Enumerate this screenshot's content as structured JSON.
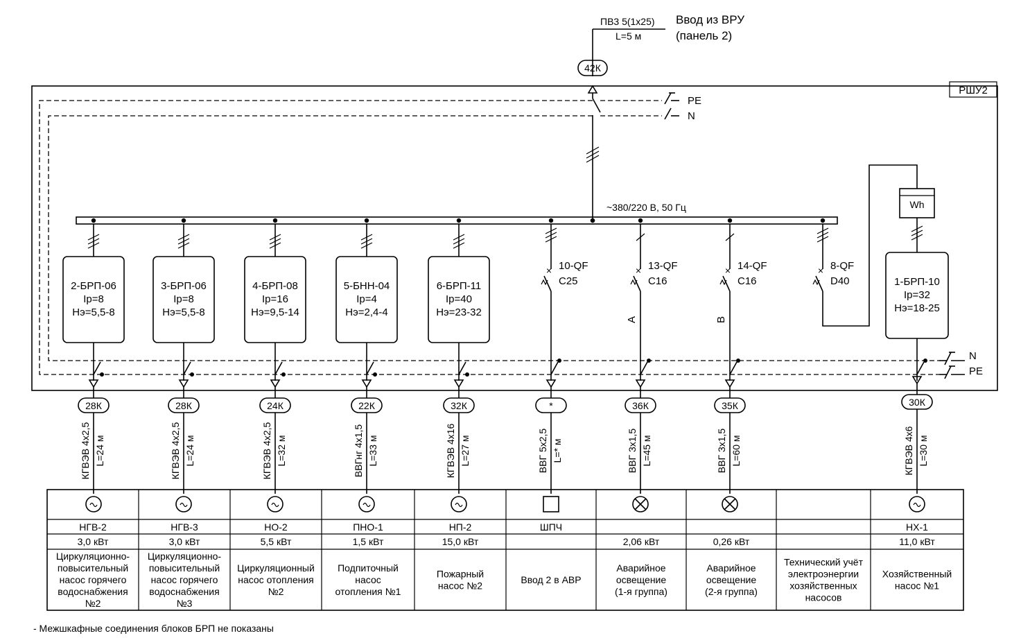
{
  "input": {
    "cable_line1": "ПВ3 5(1x25)",
    "cable_line2": "L=5 м",
    "source_line1": "Ввод из ВРУ",
    "source_line2": "(панель 2)",
    "terminal_label": "42К"
  },
  "panel": {
    "name": "РШУ2",
    "pe_label": "PE",
    "n_label": "N",
    "bus_label": "~380/220 В, 50 Гц",
    "n_label_bottom": "N",
    "pe_label_bottom": "PE",
    "meter_label": "Wh"
  },
  "feeders": [
    {
      "id": "f1",
      "block": [
        "2-БРП-06",
        "Ip=8",
        "Нэ=5,5-8"
      ],
      "terminal": "28К",
      "cable": "КГВЭВ 4х2,5",
      "length": "L=24 м",
      "symbol": "motor",
      "name": "НГВ-2",
      "power": "3,0 кВт",
      "desc": [
        "Циркуляционно-",
        "повысительный",
        "насос горячего",
        "водоснабжения",
        "№2"
      ]
    },
    {
      "id": "f2",
      "block": [
        "3-БРП-06",
        "Ip=8",
        "Нэ=5,5-8"
      ],
      "terminal": "28К",
      "cable": "КГВЭВ 4х2,5",
      "length": "L=24 м",
      "symbol": "motor",
      "name": "НГВ-3",
      "power": "3,0 кВт",
      "desc": [
        "Циркуляционно-",
        "повысительный",
        "насос горячего",
        "водоснабжения",
        "№3"
      ]
    },
    {
      "id": "f3",
      "block": [
        "4-БРП-08",
        "Ip=16",
        "Нэ=9,5-14"
      ],
      "terminal": "24К",
      "cable": "КГВЭВ 4х2,5",
      "length": "L=32 м",
      "symbol": "motor",
      "name": "НО-2",
      "power": "5,5 кВт",
      "desc": [
        "Циркуляционный",
        "насос отопления",
        "№2"
      ]
    },
    {
      "id": "f4",
      "block": [
        "5-БНН-04",
        "Ip=4",
        "Нэ=2,4-4"
      ],
      "terminal": "22К",
      "cable": "ВВГнг 4х1,5",
      "length": "L=33 м",
      "symbol": "motor",
      "name": "ПНО-1",
      "power": "1,5 кВт",
      "desc": [
        "Подпиточный",
        "насос",
        "отопления №1"
      ]
    },
    {
      "id": "f5",
      "block": [
        "6-БРП-11",
        "Ip=40",
        "Нэ=23-32"
      ],
      "terminal": "32К",
      "cable": "КГВЭВ 4х16",
      "length": "L=27 м",
      "symbol": "motor",
      "name": "НП-2",
      "power": "15,0 кВт",
      "desc": [
        "Пожарный",
        "насос №2"
      ]
    },
    {
      "id": "f6",
      "breaker": [
        "10-QF",
        "C25"
      ],
      "terminal": "*",
      "cable": "ВВГ 5х2,5",
      "length": "L=* м",
      "symbol": "square",
      "name": "ШПЧ",
      "power": "",
      "desc": [
        "Ввод 2 в АВР"
      ]
    },
    {
      "id": "f7",
      "breaker": [
        "13-QF",
        "C16"
      ],
      "phase": "A",
      "terminal": "36К",
      "cable": "ВВГ 3х1,5",
      "length": "L=45 м",
      "symbol": "lamp",
      "name": "",
      "power": "2,06 кВт",
      "desc": [
        "Аварийное",
        "освещение",
        "(1-я группа)"
      ]
    },
    {
      "id": "f8",
      "breaker": [
        "14-QF",
        "C16"
      ],
      "phase": "B",
      "terminal": "35К",
      "cable": "ВВГ 3х1,5",
      "length": "L=60 м",
      "symbol": "lamp",
      "name": "",
      "power": "0,26 кВт",
      "desc": [
        "Аварийное",
        "освещение",
        "(2-я группа)"
      ]
    },
    {
      "id": "f9",
      "breaker": [
        "8-QF",
        "D40"
      ],
      "symbol": "none",
      "name": "",
      "power": "",
      "desc": [
        "Технический учёт",
        "электроэнергии",
        "хозяйственных",
        "насосов"
      ]
    },
    {
      "id": "f10",
      "block": [
        "1-БРП-10",
        "Ip=32",
        "Нэ=18-25"
      ],
      "terminal": "30К",
      "cable": "КГВЭВ 4х6",
      "length": "L=30 м",
      "symbol": "motor",
      "name": "НХ-1",
      "power": "11,0 кВт",
      "desc": [
        "Хозяйственный",
        "насос №1"
      ]
    }
  ],
  "footnote": "- Межшкафные соединения блоков БРП не показаны"
}
